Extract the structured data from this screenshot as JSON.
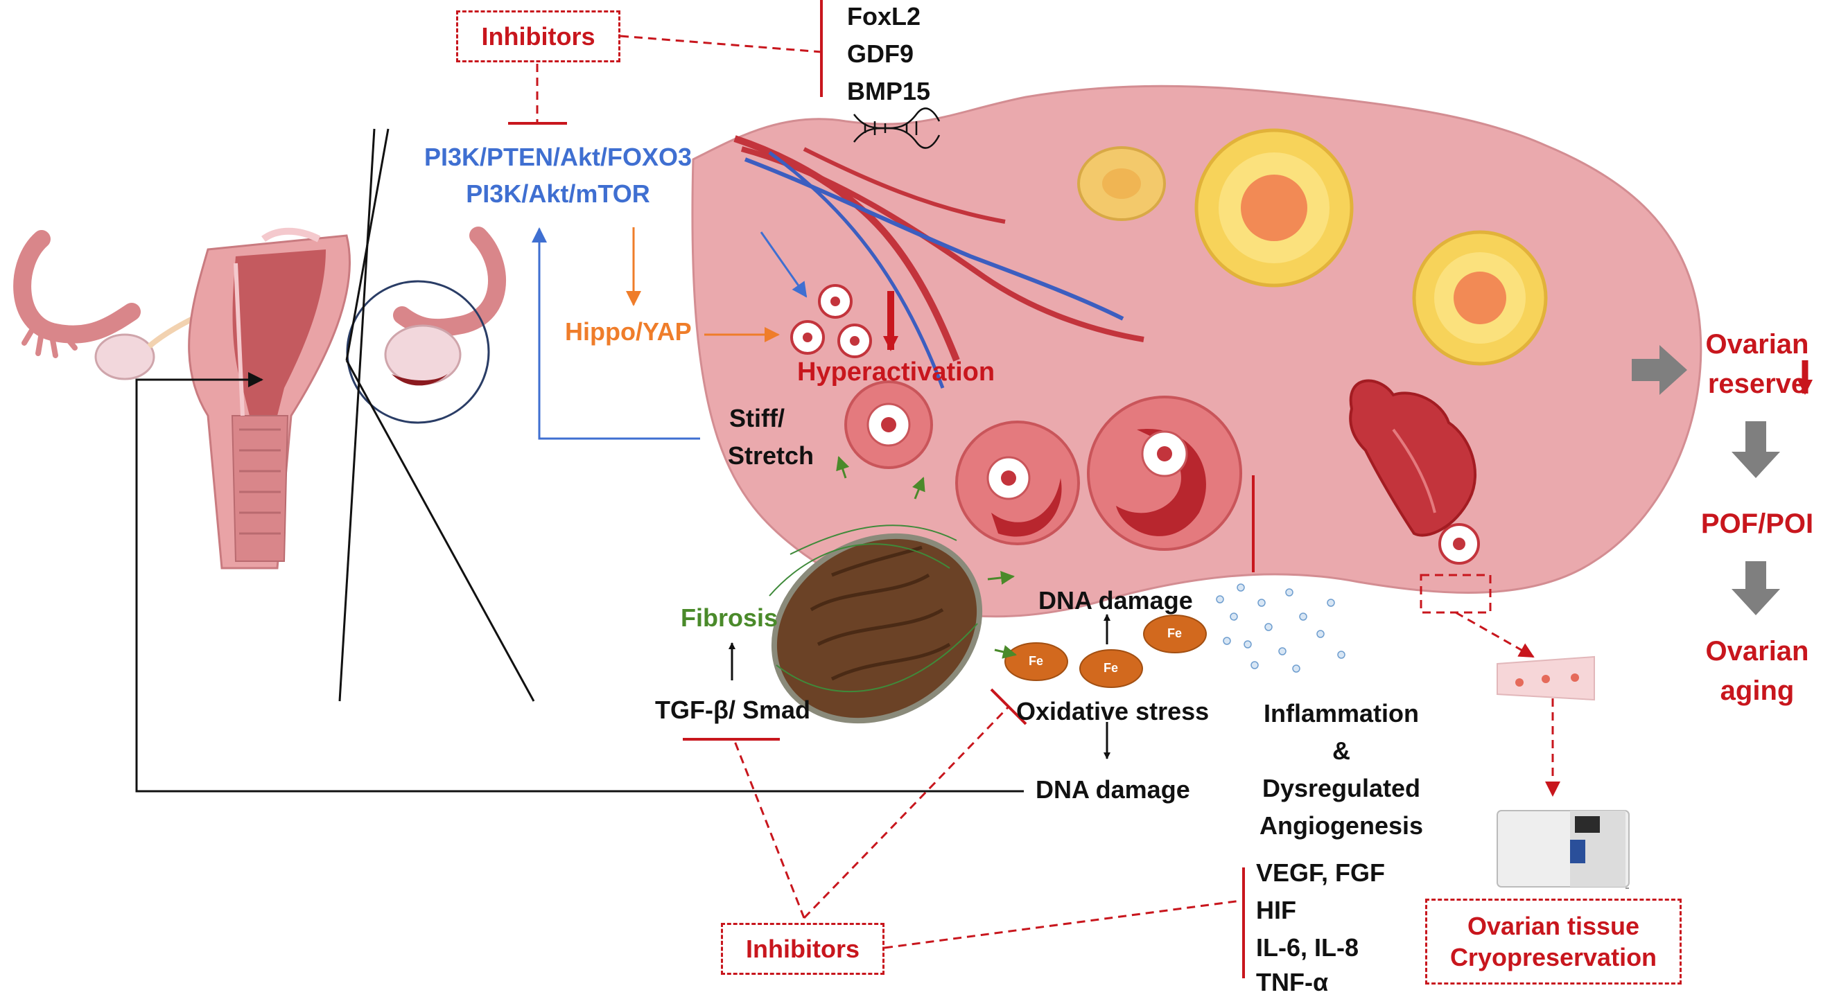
{
  "colors": {
    "pathway_blue": "#3f6fd1",
    "hippo_orange": "#ef7d2a",
    "inhibit_red": "#c8161d",
    "fibrosis_green": "#4a8a2a",
    "ovary_pink": "#e9a3a6",
    "arrow_gray": "#7f7f7f"
  },
  "genes": [
    "FoxL2",
    "GDF9",
    "BMP15"
  ],
  "inhibitors_top": "Inhibitors",
  "pathways": [
    "PI3K/PTEN/Akt/FOXO3",
    "PI3K/Akt/mTOR"
  ],
  "hippo": "Hippo/YAP",
  "hyperactivation": "Hyperactivation",
  "stiff": [
    "Stiff/",
    "Stretch"
  ],
  "fibrosis": "Fibrosis",
  "tgf": "TGF-β/ Smad",
  "dna_damage_upper": "DNA damage",
  "oxidative_stress": "Oxidative stress",
  "dna_damage_lower": "DNA damage",
  "fe_label": "Fe",
  "inflammation": [
    "Inflammation",
    "&",
    "Dysregulated",
    "Angiogenesis"
  ],
  "factors": [
    "VEGF, FGF",
    "HIF",
    "IL-6, IL-8",
    "TNF-α"
  ],
  "inhibitors_bottom": "Inhibitors",
  "outcomes": {
    "reserve": [
      "Ovarian",
      "reserve"
    ],
    "pof": "POF/POI",
    "aging": [
      "Ovarian",
      "aging"
    ]
  },
  "cryo": [
    "Ovarian tissue",
    "Cryopreservation"
  ]
}
